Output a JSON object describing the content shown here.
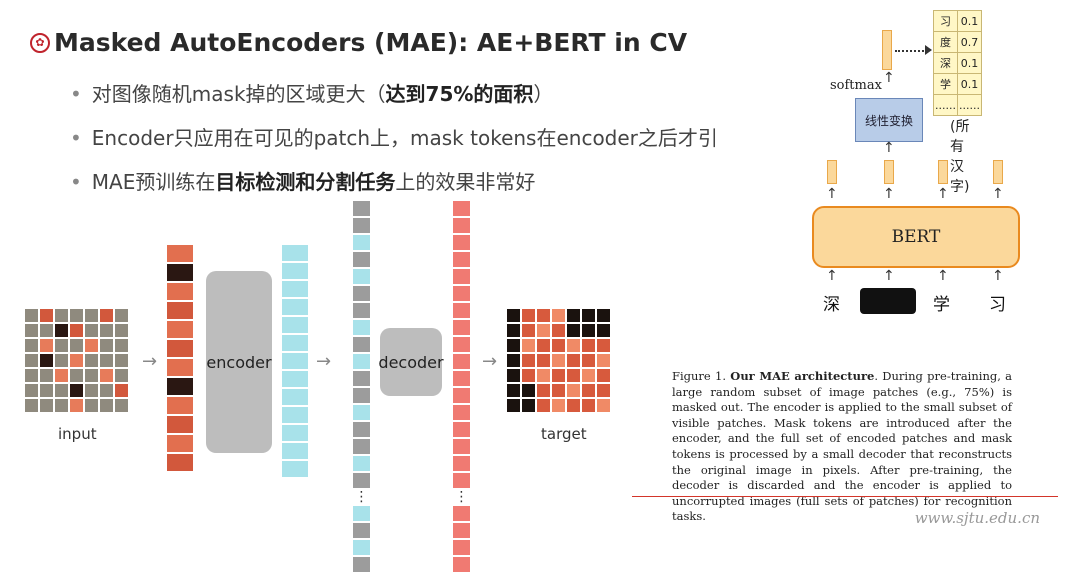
{
  "title": "Masked AutoEncoders (MAE): AE+BERT in CV",
  "bullets": [
    {
      "pre": "对图像随机mask掉的区域更大（",
      "bold": "达到75%的面积",
      "post": "）"
    },
    {
      "pre": "Encoder只应用在可见的patch上，mask tokens在encoder之后才引",
      "bold": "",
      "post": ""
    },
    {
      "pre": "MAE预训练在",
      "bold": "目标检测和分割任务",
      "post": "上的效果非常好"
    }
  ],
  "mae": {
    "input_label": "input",
    "encoder_label": "encoder",
    "decoder_label": "decoder",
    "target_label": "target",
    "ellipsis": "⋮",
    "arrow": "→"
  },
  "bert": {
    "bert_label": "BERT",
    "linear_label": "线性变换",
    "softmax_label": "softmax",
    "vocab_caption": "(所有汉字)",
    "input_tokens": [
      "深",
      "学",
      "习"
    ],
    "vocab": [
      {
        "char": "习",
        "prob": "0.1"
      },
      {
        "char": "度",
        "prob": "0.7"
      },
      {
        "char": "深",
        "prob": "0.1"
      },
      {
        "char": "学",
        "prob": "0.1"
      },
      {
        "char": "......",
        "prob": "......"
      }
    ],
    "up_arrow": "↑"
  },
  "caption": {
    "fig": "Figure 1.",
    "fig_title": "Our MAE architecture",
    "text": ". During pre-training, a large random subset of image patches (e.g., 75%) is masked out. The encoder is applied to the small subset of visible patches. Mask tokens are introduced after the encoder, and the full set of encoded patches and mask tokens is processed by a small decoder that reconstructs the original image in pixels. After pre-training, the decoder is discarded and the encoder is applied to uncorrupted images (full sets of patches) for recognition tasks."
  },
  "footer": "www.sjtu.edu.cn",
  "colors": {
    "masked_patch": "#8f8a7e",
    "visible_patch": "#d2583c",
    "encoded_token": "#a8e2ea",
    "mask_token": "#9c9c9c",
    "output_token": "#f07a72",
    "bert_fill": "#fbd89b",
    "bert_border": "#e98a1f"
  }
}
